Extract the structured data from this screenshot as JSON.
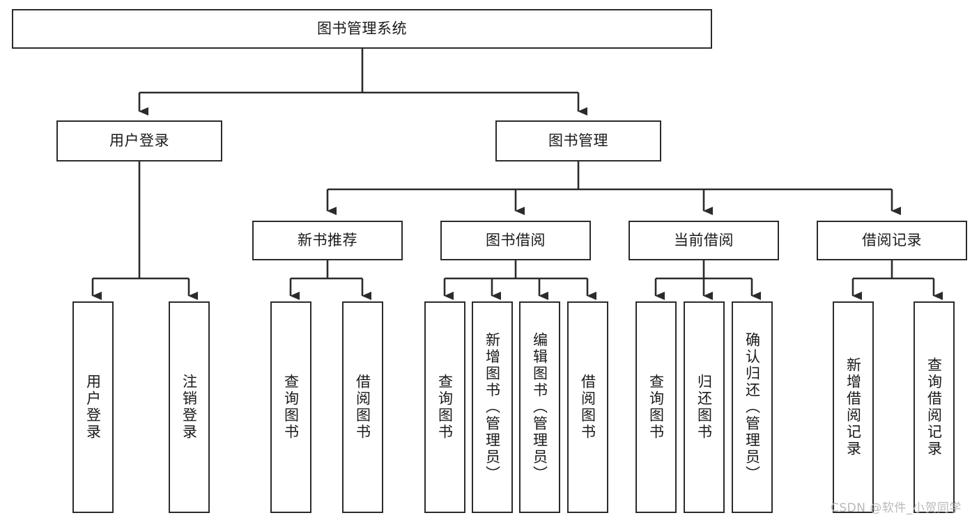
{
  "diagram": {
    "type": "tree",
    "title": "图书管理系统",
    "colors": {
      "box_border": "#2b2b2b",
      "box_fill": "#ffffff",
      "line": "#2b2b2b",
      "text": "#1a1a1a",
      "watermark": "#b9b9b9",
      "background": "#ffffff"
    },
    "root": {
      "label": "图书管理系统"
    },
    "level2": [
      {
        "label": "用户登录"
      },
      {
        "label": "图书管理"
      }
    ],
    "level3": [
      {
        "label": "新书推荐"
      },
      {
        "label": "图书借阅"
      },
      {
        "label": "当前借阅"
      },
      {
        "label": "借阅记录"
      }
    ],
    "leaves": {
      "user_login": [
        {
          "label": "用户登录"
        },
        {
          "label": "注销登录"
        }
      ],
      "new_book": [
        {
          "label": "查询图书"
        },
        {
          "label": "借阅图书"
        }
      ],
      "borrow": [
        {
          "label": "查询图书"
        },
        {
          "label": "新增图书（管理员）"
        },
        {
          "label": "编辑图书（管理员）"
        },
        {
          "label": "借阅图书"
        }
      ],
      "current": [
        {
          "label": "查询图书"
        },
        {
          "label": "归还图书"
        },
        {
          "label": "确认归还（管理员）"
        }
      ],
      "records": [
        {
          "label": "新增借阅记录"
        },
        {
          "label": "查询借阅记录"
        }
      ]
    },
    "watermark": "CSDN @软件_小贺同学"
  }
}
